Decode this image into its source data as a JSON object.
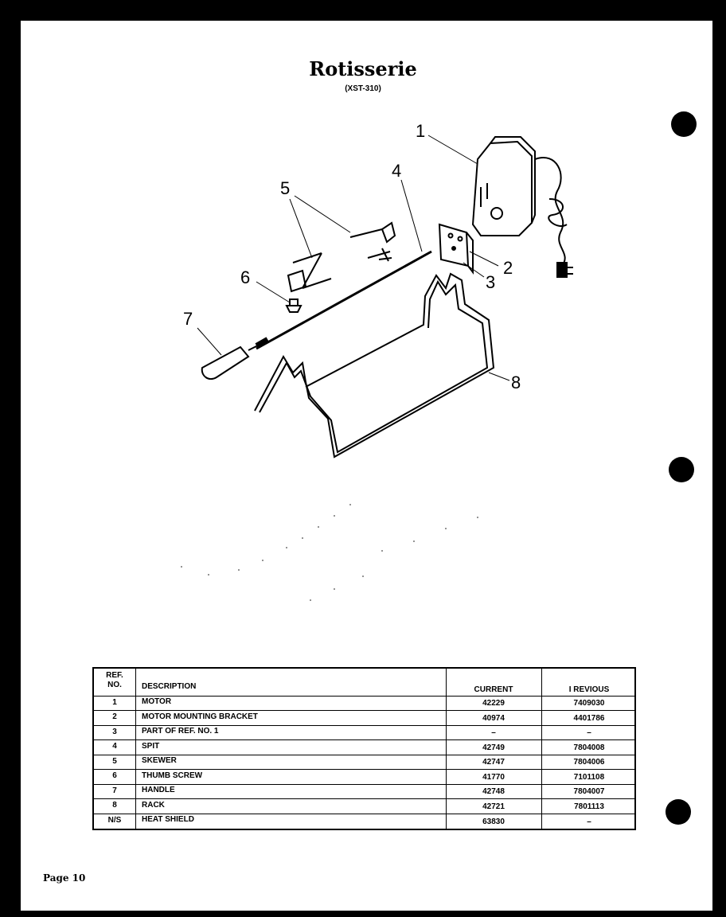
{
  "title": "Rotisserie",
  "model": "(XST-310)",
  "callouts": [
    "1",
    "2",
    "3",
    "4",
    "5",
    "6",
    "7",
    "8"
  ],
  "table": {
    "headers": {
      "ref": [
        "REF.",
        "NO."
      ],
      "description": "DESCRIPTION",
      "current": "CURRENT",
      "previous": "I REVIOUS"
    },
    "rows": [
      {
        "ref": "1",
        "description": "MOTOR",
        "current": "42229",
        "previous": "7409030"
      },
      {
        "ref": "2",
        "description": "MOTOR MOUNTING BRACKET",
        "current": "40974",
        "previous": "4401786"
      },
      {
        "ref": "3",
        "description": "PART OF REF. NO. 1",
        "current": "–",
        "previous": "–"
      },
      {
        "ref": "4",
        "description": "SPIT",
        "current": "42749",
        "previous": "7804008"
      },
      {
        "ref": "5",
        "description": "SKEWER",
        "current": "42747",
        "previous": "7804006"
      },
      {
        "ref": "6",
        "description": "THUMB SCREW",
        "current": "41770",
        "previous": "7101108"
      },
      {
        "ref": "7",
        "description": "HANDLE",
        "current": "42748",
        "previous": "7804007"
      },
      {
        "ref": "8",
        "description": "RACK",
        "current": "42721",
        "previous": "7801113"
      },
      {
        "ref": "N/S",
        "description": "HEAT SHIELD",
        "current": "63830",
        "previous": "–"
      }
    ]
  },
  "footer": {
    "page": "Page 10"
  }
}
